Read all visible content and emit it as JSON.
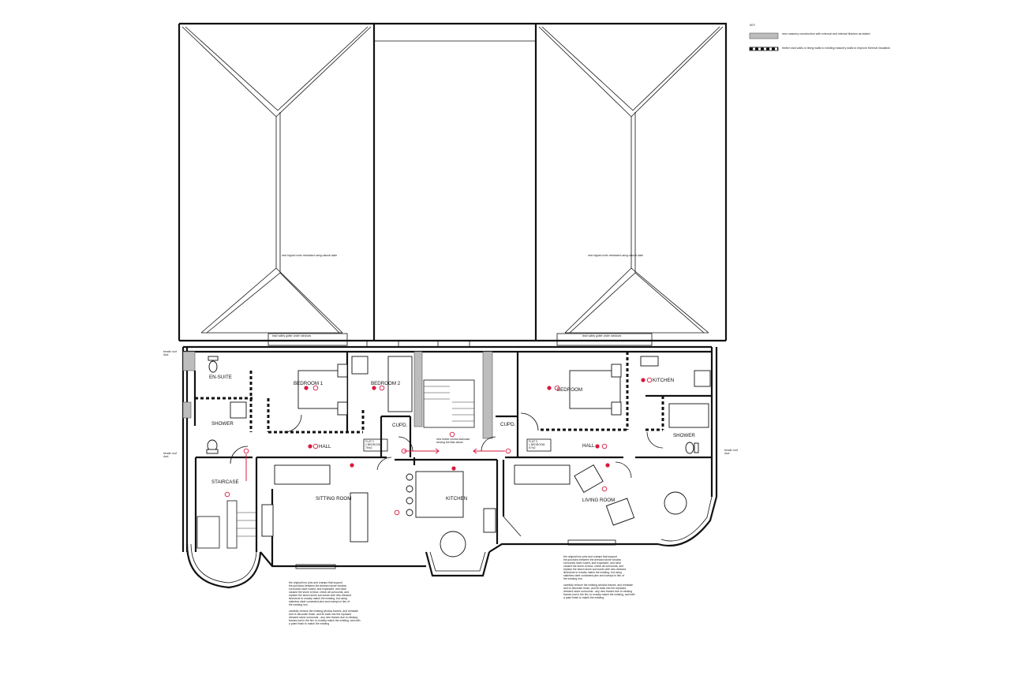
{
  "key": {
    "title": "KEY",
    "item1": "new masonry construction with external and internal finishes as stated",
    "item2": "timber stud walls or lining walls to existing masonry walls to improve thermal insulation"
  },
  "roof_notes": {
    "left": "new hipped roofs reinstated using natural slate",
    "right": "new hipped roofs reinstated using natural slate",
    "gutter_left": "lead valley gutter under windows",
    "gutter_right": "lead valley gutter under windows"
  },
  "rooms": {
    "en_suite": "EN-SUITE",
    "bedroom1": "BEDROOM 1",
    "bedroom2": "BEDROOM 2",
    "shower_left": "SHOWER",
    "cupd_left": "CUPD.",
    "hall_left": "HALL",
    "staircase": "STAIRCASE",
    "sitting_room": "SITTING ROOM",
    "kitchen_centre": "KITCHEN",
    "bedroom_right": "BEDROOM",
    "kitchen_right": "KITCHEN",
    "cupd_right": "CUPD.",
    "shower_right": "SHOWER",
    "hall_right": "HALL",
    "living_room": "LIVING ROOM"
  },
  "flat_tags": {
    "left": [
      "FLAT 2",
      "2 BEDROOM",
      "75m2"
    ],
    "right": [
      "FLAT 3",
      "1 BEDROOM",
      "57m2"
    ]
  },
  "side_notes": {
    "left_top": [
      "bendix roof",
      "duct"
    ],
    "left_mid": [
      "bendix roof",
      "duct"
    ],
    "right_mid": [
      "bendix roof",
      "duct"
    ]
  },
  "centre_note": [
    "new timber central staircase",
    "serving the flats above"
  ],
  "notes": {
    "bottom_left": [
      "the original iron pins and cramps that support",
      "the junctions between the dressed stone window",
      "surrounds have rusted, and expanded, and have",
      "caused the stone to blow. check all surrounds, and",
      "replace the blown stone surrounds with new dressed",
      "limestone to exactly match the existing, but using",
      "stainless steel concealed pins and cramps in lieu of",
      "the existing iron.",
      "",
      "carefully remove the existing window frames, and reinstate",
      "and re-decorate those, and fix back into the replaced",
      "dressed stone surrounds - any new frames due to missing",
      "frames lost in the fire, to exactly match the existing, and with",
      "a paint finish to match the existing"
    ],
    "bottom_right": [
      "the original iron pins and cramps that support",
      "the junctions between the dressed stone window",
      "surrounds have rusted, and expanded, and have",
      "caused the stone to blow. check all surrounds, and",
      "replace the blown stone surrounds with new dressed",
      "limestone to exactly match the existing, but using",
      "stainless steel concealed pins and cramps in lieu of",
      "the existing iron.",
      "",
      "carefully remove the existing window frames, and reinstate",
      "and re-decorate those, and fix back into the replaced",
      "dressed stone surrounds - any new frames due to missing",
      "frames lost in the fire, to exactly match the existing, and with",
      "a paint finish to match the existing"
    ]
  },
  "colors": {
    "marker": "#d8193f",
    "grey_fill": "#bdbdbd",
    "line": "#111111"
  }
}
